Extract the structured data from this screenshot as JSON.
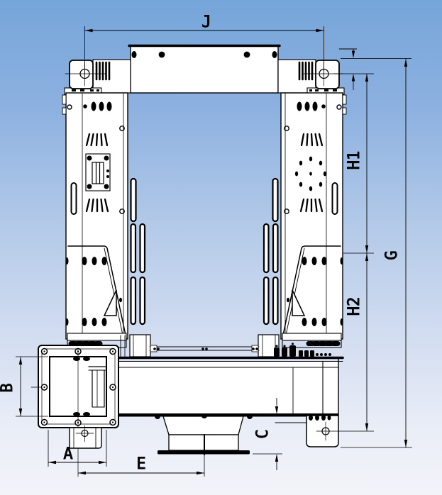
{
  "drawing": {
    "view": "front-elevation-dimension-drawing",
    "dimensions": {
      "top_width": "J",
      "upper_section_height": "H1",
      "lower_section_height": "H2",
      "total_height": "G",
      "side_flange_height": "B",
      "side_flange_width": "A",
      "outlet_center_offset": "E",
      "bottom_clearance": "C"
    },
    "colors": {
      "background_top": "#76a5d9",
      "background_bottom": "#f2f4f9",
      "line": "#000000",
      "surface": "#ffffff"
    }
  }
}
